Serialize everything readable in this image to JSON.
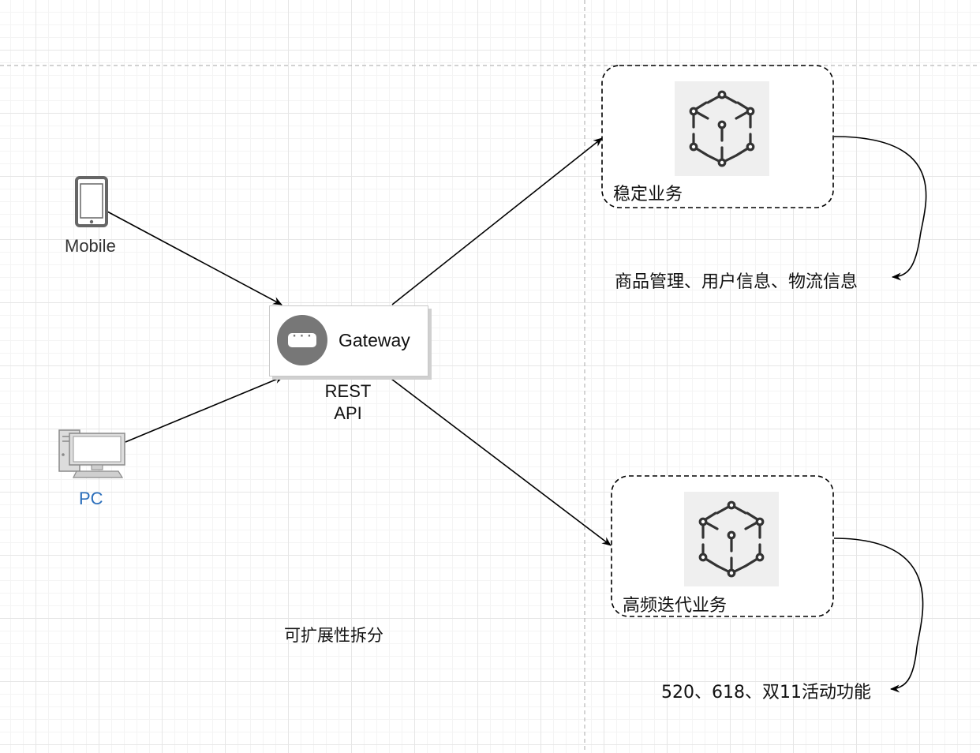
{
  "nodes": {
    "mobile": {
      "label": "Mobile"
    },
    "pc": {
      "label": "PC",
      "color": "#2a6ebb"
    },
    "gateway": {
      "label": "Gateway",
      "protocol_line1": "REST",
      "protocol_line2": "API"
    },
    "stable_service": {
      "label": "稳定业务",
      "icon": "cube-icon"
    },
    "fast_service": {
      "label": "高频迭代业务",
      "icon": "cube-icon"
    }
  },
  "annotations": {
    "stable_examples": "商品管理、用户信息、物流信息",
    "fast_examples": "520、618、双11活动功能",
    "caption": "可扩展性拆分"
  },
  "edges": [
    {
      "from": "Mobile",
      "to": "Gateway"
    },
    {
      "from": "PC",
      "to": "Gateway"
    },
    {
      "from": "Gateway",
      "to": "稳定业务"
    },
    {
      "from": "Gateway",
      "to": "高频迭代业务"
    },
    {
      "from": "稳定业务",
      "to": "商品管理、用户信息、物流信息"
    },
    {
      "from": "高频迭代业务",
      "to": "520、618、双11活动功能"
    }
  ],
  "colors": {
    "edge": "#000000",
    "icon_bg": "#efefef",
    "icon_stroke": "#333333",
    "device": "#666666",
    "pc_label": "#2a6ebb"
  }
}
